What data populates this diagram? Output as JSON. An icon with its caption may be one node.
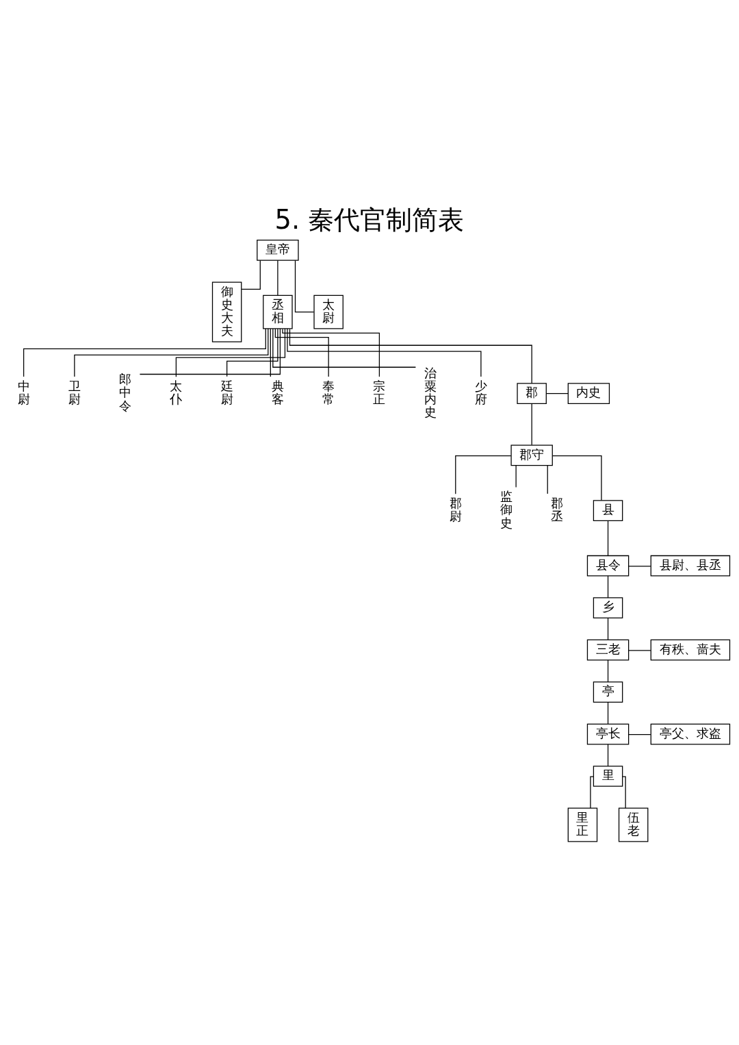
{
  "diagram": {
    "title": "5. 秦代官制简表",
    "nodes": [
      {
        "text": [
          "皇帝"
        ]
      },
      {
        "text": [
          "御史大夫"
        ]
      },
      {
        "text": [
          "丞相"
        ]
      },
      {
        "text": [
          "太尉"
        ]
      },
      {
        "text": [
          "中尉"
        ]
      },
      {
        "text": [
          "卫尉"
        ]
      },
      {
        "text": [
          "郎中令"
        ]
      },
      {
        "text": [
          "太仆"
        ]
      },
      {
        "text": [
          "廷尉"
        ]
      },
      {
        "text": [
          "典客"
        ]
      },
      {
        "text": [
          "奉常"
        ]
      },
      {
        "text": [
          "宗正"
        ]
      },
      {
        "text": [
          "治粟内史"
        ]
      },
      {
        "text": [
          "少府"
        ]
      },
      {
        "text": [
          "郡"
        ]
      },
      {
        "text": [
          "内史"
        ]
      },
      {
        "text": [
          "郡守"
        ]
      },
      {
        "text": [
          "郡尉"
        ]
      },
      {
        "text": [
          "监御史"
        ]
      },
      {
        "text": [
          "郡丞"
        ]
      },
      {
        "text": [
          "县"
        ]
      },
      {
        "text": [
          "县令"
        ]
      },
      {
        "text": [
          "县尉、县丞"
        ]
      },
      {
        "text": [
          "乡"
        ]
      },
      {
        "text": [
          "三老"
        ]
      },
      {
        "text": [
          "有秩、啬夫"
        ]
      },
      {
        "text": [
          "亭"
        ]
      },
      {
        "text": [
          "亭长"
        ]
      },
      {
        "text": [
          "亭父、求盗"
        ]
      },
      {
        "text": [
          "里"
        ]
      },
      {
        "text": [
          "里正"
        ]
      },
      {
        "text": [
          "伍老"
        ]
      }
    ],
    "edges": [
      {
        "from": 0,
        "to": 1,
        "arrow": "none"
      },
      {
        "from": 0,
        "to": 2,
        "arrow": "none"
      },
      {
        "from": 0,
        "to": 3,
        "arrow": "none"
      },
      {
        "from": 2,
        "to": 4,
        "arrow": "none"
      },
      {
        "from": 2,
        "to": 5,
        "arrow": "none"
      },
      {
        "from": 2,
        "to": 6,
        "arrow": "none"
      },
      {
        "from": 2,
        "to": 7,
        "arrow": "none"
      },
      {
        "from": 2,
        "to": 8,
        "arrow": "none"
      },
      {
        "from": 2,
        "to": 9,
        "arrow": "none"
      },
      {
        "from": 2,
        "to": 10,
        "arrow": "none"
      },
      {
        "from": 2,
        "to": 11,
        "arrow": "none"
      },
      {
        "from": 2,
        "to": 12,
        "arrow": "none"
      },
      {
        "from": 2,
        "to": 13,
        "arrow": "none"
      },
      {
        "from": 2,
        "to": 14,
        "arrow": "none"
      },
      {
        "from": 14,
        "to": 15,
        "arrow": "none"
      },
      {
        "from": 14,
        "to": 16,
        "arrow": "none"
      },
      {
        "from": 16,
        "to": 17,
        "arrow": "none"
      },
      {
        "from": 16,
        "to": 18,
        "arrow": "none"
      },
      {
        "from": 16,
        "to": 19,
        "arrow": "none"
      },
      {
        "from": 16,
        "to": 20,
        "arrow": "none"
      },
      {
        "from": 20,
        "to": 21,
        "arrow": "none"
      },
      {
        "from": 21,
        "to": 22,
        "arrow": "none"
      },
      {
        "from": 21,
        "to": 23,
        "arrow": "none"
      },
      {
        "from": 23,
        "to": 24,
        "arrow": "none"
      },
      {
        "from": 24,
        "to": 25,
        "arrow": "none"
      },
      {
        "from": 24,
        "to": 26,
        "arrow": "none"
      },
      {
        "from": 26,
        "to": 27,
        "arrow": "none"
      },
      {
        "from": 27,
        "to": 28,
        "arrow": "none"
      },
      {
        "from": 27,
        "to": 29,
        "arrow": "none"
      },
      {
        "from": 29,
        "to": 30,
        "arrow": "none"
      },
      {
        "from": 29,
        "to": 31,
        "arrow": "none"
      }
    ]
  }
}
